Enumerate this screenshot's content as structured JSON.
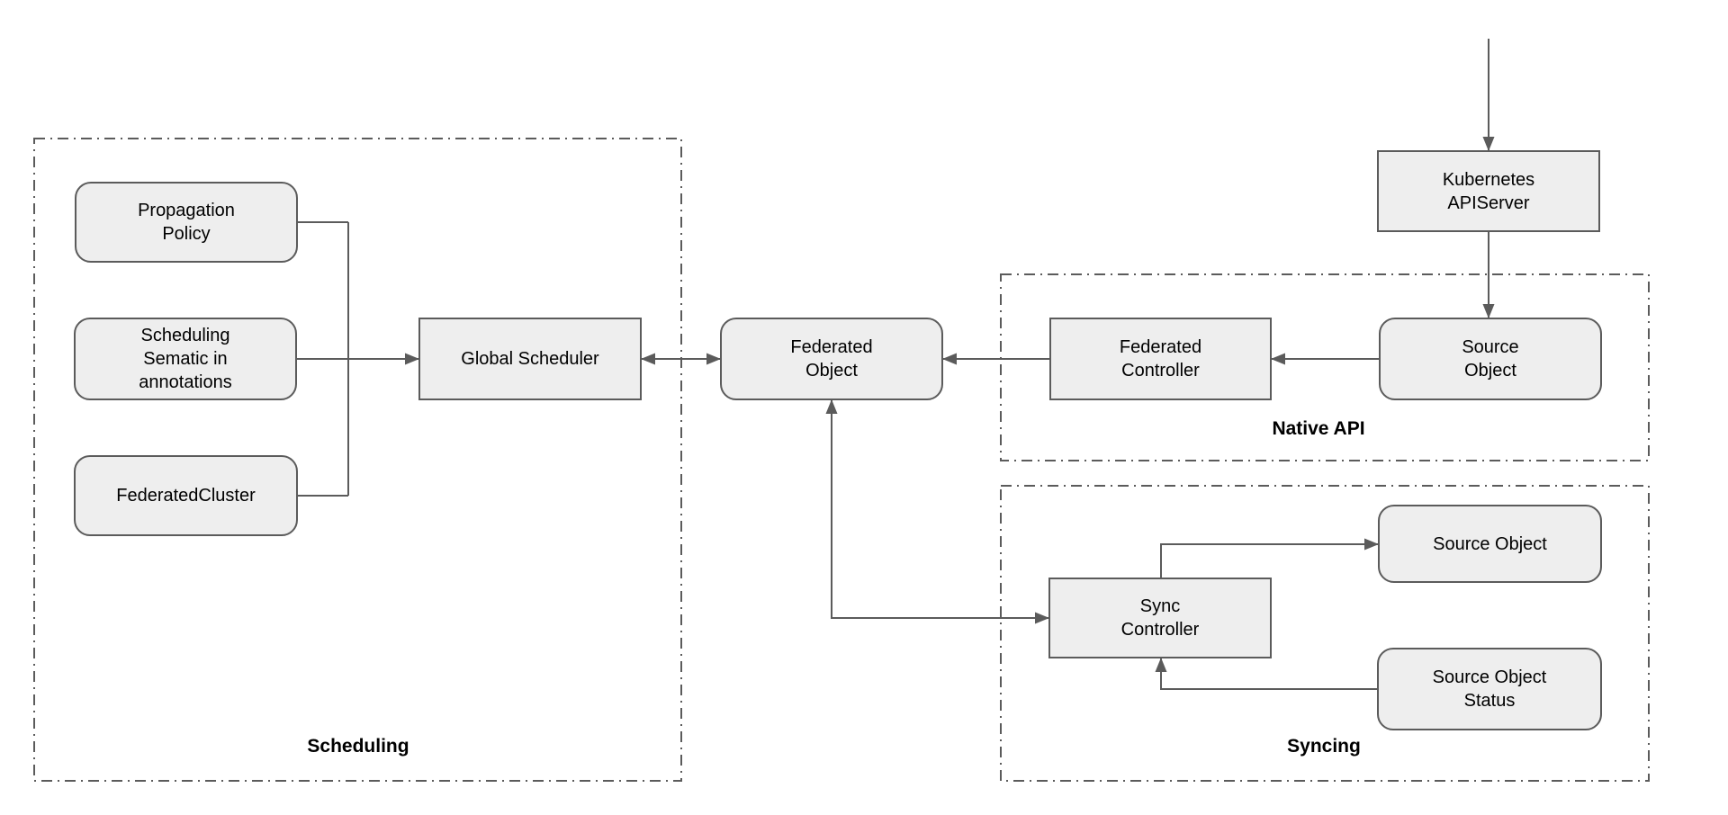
{
  "colors": {
    "background": "#ffffff",
    "node_fill": "#eeeeee",
    "node_border": "#5b5b5b",
    "connector": "#5b5b5b",
    "group_border": "#5b5b5b",
    "text": "#000000"
  },
  "groups": {
    "scheduling": {
      "label": "Scheduling"
    },
    "native_api": {
      "label": "Native API"
    },
    "syncing": {
      "label": "Syncing"
    }
  },
  "nodes": {
    "propagation_policy": {
      "label": "Propagation\nPolicy",
      "shape": "rounded"
    },
    "scheduling_sematic": {
      "label": "Scheduling\nSematic in\nannotations",
      "shape": "rounded"
    },
    "federated_cluster": {
      "label": "FederatedCluster",
      "shape": "rounded"
    },
    "global_scheduler": {
      "label": "Global Scheduler",
      "shape": "rectangle"
    },
    "federated_object": {
      "label": "Federated\nObject",
      "shape": "rounded"
    },
    "federated_controller": {
      "label": "Federated\nController",
      "shape": "rectangle"
    },
    "source_object_native": {
      "label": "Source\nObject",
      "shape": "rounded"
    },
    "kubernetes_apiserver": {
      "label": "Kubernetes\nAPIServer",
      "shape": "rectangle"
    },
    "sync_controller": {
      "label": "Sync\nController",
      "shape": "rectangle"
    },
    "source_object_sync": {
      "label": "Source Object",
      "shape": "rounded"
    },
    "source_object_status": {
      "label": "Source Object\nStatus",
      "shape": "rounded"
    }
  },
  "edges": [
    {
      "from": "propagation_policy",
      "to": "global_scheduler",
      "bidirectional": false
    },
    {
      "from": "scheduling_sematic",
      "to": "global_scheduler",
      "bidirectional": false
    },
    {
      "from": "federated_cluster",
      "to": "global_scheduler",
      "bidirectional": false
    },
    {
      "from": "global_scheduler",
      "to": "federated_object",
      "bidirectional": true
    },
    {
      "from": "federated_controller",
      "to": "federated_object",
      "bidirectional": false
    },
    {
      "from": "source_object_native",
      "to": "federated_controller",
      "bidirectional": false
    },
    {
      "from": "external_top",
      "to": "kubernetes_apiserver",
      "bidirectional": false
    },
    {
      "from": "kubernetes_apiserver",
      "to": "source_object_native",
      "bidirectional": false
    },
    {
      "from": "federated_object",
      "to": "sync_controller",
      "bidirectional": true
    },
    {
      "from": "sync_controller",
      "to": "source_object_sync",
      "bidirectional": false
    },
    {
      "from": "source_object_status",
      "to": "sync_controller",
      "bidirectional": false
    }
  ]
}
